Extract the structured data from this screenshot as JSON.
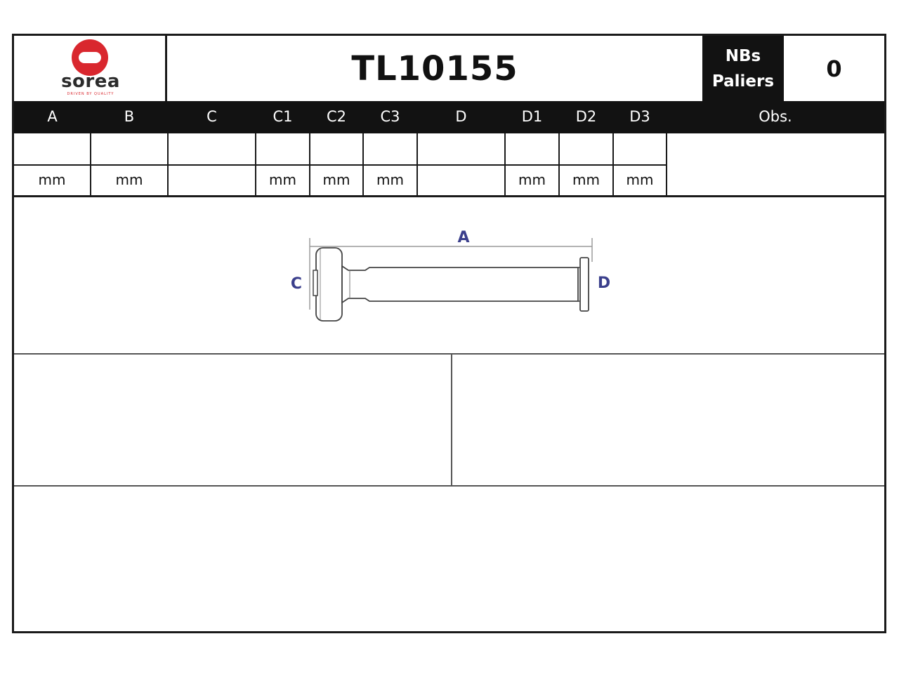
{
  "header": {
    "logo_text": "sorea",
    "logo_tagline": "DRIVEN BY QUALITY",
    "part_number": "TL10155",
    "nbs_label_line1": "NBs",
    "nbs_label_line2": "Paliers",
    "nbs_value": "0"
  },
  "columns": [
    {
      "label": "A",
      "unit": "mm"
    },
    {
      "label": "B",
      "unit": "mm"
    },
    {
      "label": "C",
      "unit": ""
    },
    {
      "label": "C1",
      "unit": "mm"
    },
    {
      "label": "C2",
      "unit": "mm"
    },
    {
      "label": "C3",
      "unit": "mm"
    },
    {
      "label": "D",
      "unit": ""
    },
    {
      "label": "D1",
      "unit": "mm"
    },
    {
      "label": "D2",
      "unit": "mm"
    },
    {
      "label": "D3",
      "unit": "mm"
    }
  ],
  "obs_label": "Obs.",
  "drawing": {
    "label_a": "A",
    "label_c": "C",
    "label_d": "D",
    "label_color": "#3b3f8c"
  }
}
